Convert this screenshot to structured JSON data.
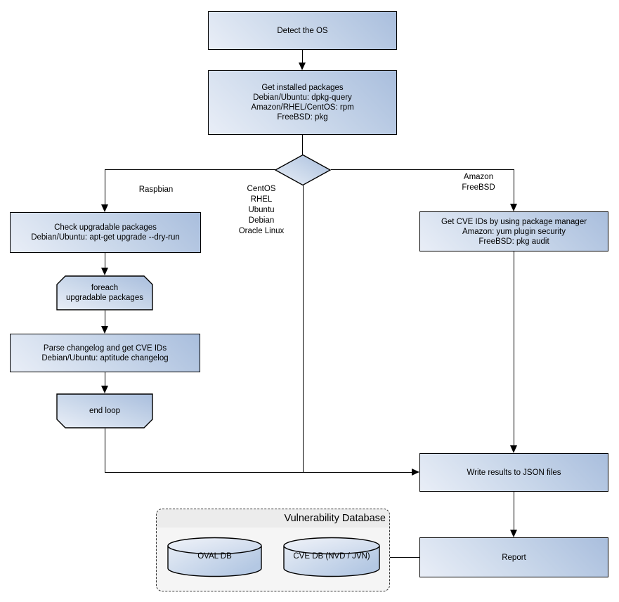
{
  "nodes": {
    "detect_os": {
      "label": "Detect the OS"
    },
    "get_packages": {
      "lines": [
        "Get installed packages",
        "Debian/Ubuntu: dpkg-query",
        "Amazon/RHEL/CentOS: rpm",
        "FreeBSD: pkg"
      ]
    },
    "check_upgradable": {
      "lines": [
        "Check upgradable packages",
        "Debian/Ubuntu: apt-get upgrade --dry-run"
      ]
    },
    "foreach_loop": {
      "lines": [
        "foreach",
        "upgradable  packages"
      ]
    },
    "parse_changelog": {
      "lines": [
        "Parse changelog and get  CVE IDs",
        "Debian/Ubuntu: aptitude changelog"
      ]
    },
    "end_loop": {
      "label": "end loop"
    },
    "get_cve_ids": {
      "lines": [
        "Get CVE IDs by using package manager",
        "Amazon: yum plugin security",
        "FreeBSD: pkg audit"
      ]
    },
    "write_json": {
      "label": "Write results to JSON files"
    },
    "report": {
      "label": "Report"
    }
  },
  "branch_labels": {
    "left": "Raspbian",
    "middle": [
      "CentOS",
      "RHEL",
      "Ubuntu",
      "Debian",
      "Oracle Linux"
    ],
    "right": [
      "Amazon",
      "FreeBSD"
    ]
  },
  "database": {
    "title": "Vulnerability Database",
    "oval_db": "OVAL DB",
    "cve_db": "CVE DB (NVD / JVN)"
  },
  "colors": {
    "node_gradient_light": "#e9eef7",
    "node_gradient_dark": "#a9bedd",
    "node_border": "#000000",
    "container_fill": "#f5f5f5",
    "container_header_fill": "#ececec",
    "container_border": "#333333",
    "connector": "#000000"
  }
}
